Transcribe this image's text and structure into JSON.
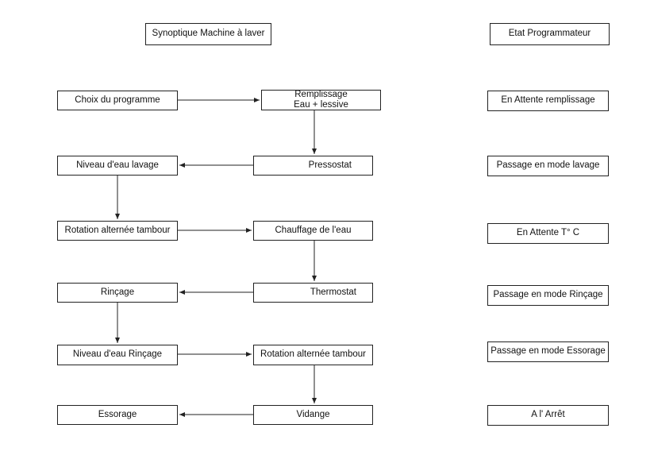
{
  "title": "Synoptique Machine à laver",
  "state_header": "Etat Programmateur",
  "left_column": {
    "choix": "Choix du programme",
    "niveau_lavage": "Niveau d'eau lavage",
    "rotation_1": "Rotation alternée tambour",
    "rincage": "Rinçage",
    "niveau_rincage": "Niveau d'eau Rinçage",
    "essorage": "Essorage"
  },
  "middle_column": {
    "remplissage_line1": "Remplissage",
    "remplissage_line2": "Eau + lessive",
    "pressostat": "Pressostat",
    "chauffage": "Chauffage de l'eau",
    "thermostat": "Thermostat",
    "rotation_2": "Rotation alternée tambour",
    "vidange": "Vidange"
  },
  "states": {
    "attente_remplissage": "En Attente remplissage",
    "mode_lavage": "Passage en mode lavage",
    "attente_temp": "En Attente T° C",
    "mode_rincage": "Passage en mode Rinçage",
    "mode_essorage": "Passage en mode Essorage",
    "arret": "A l' Arrêt"
  }
}
